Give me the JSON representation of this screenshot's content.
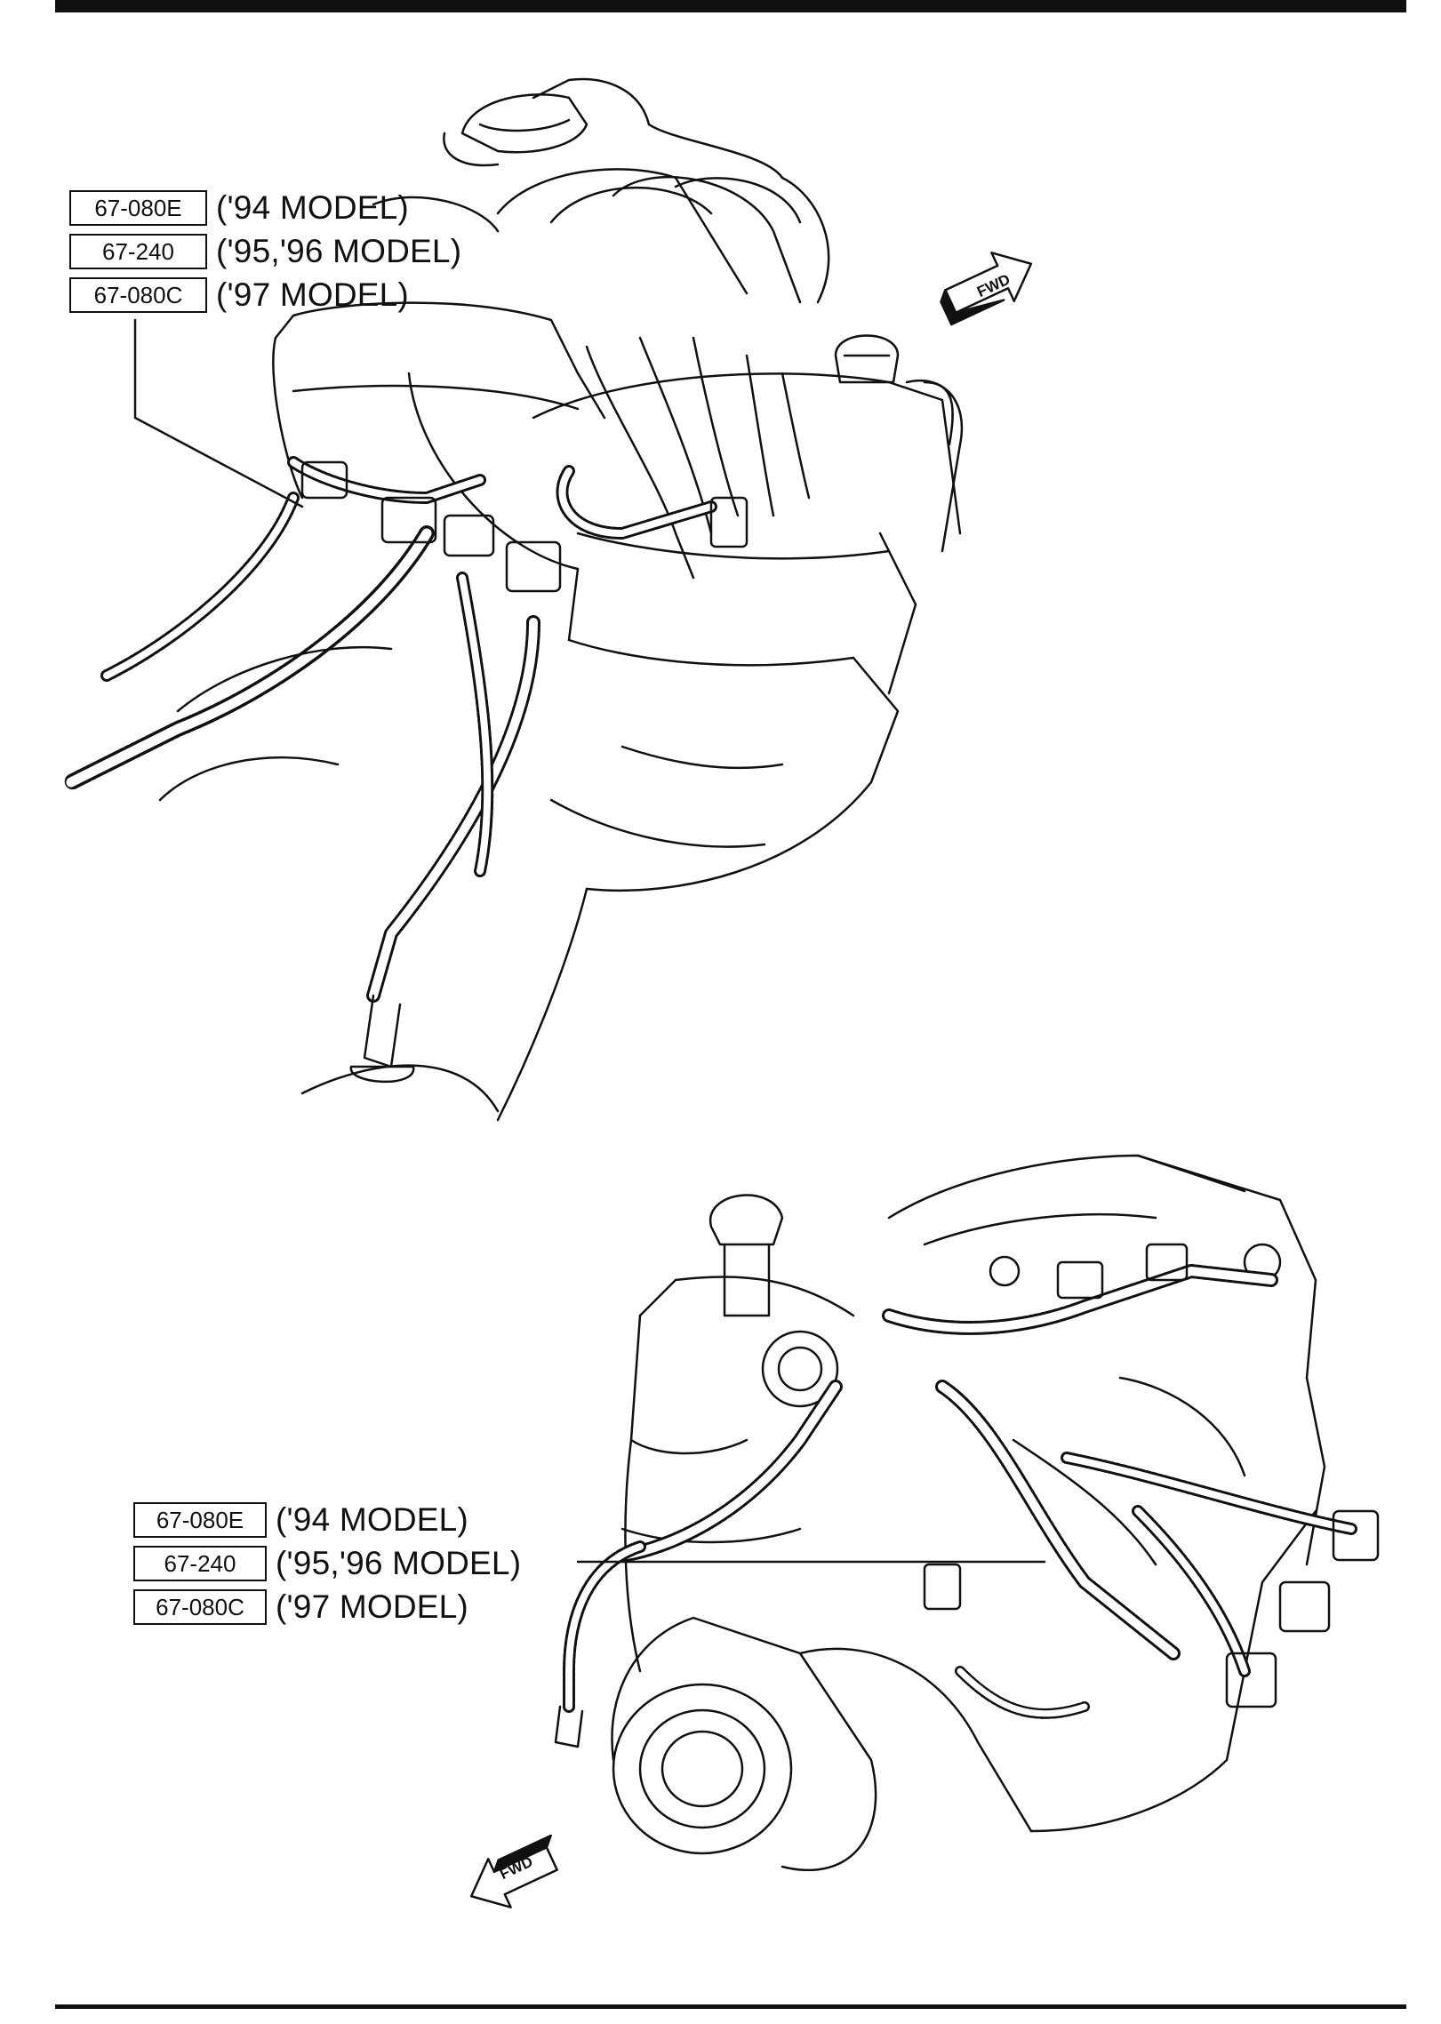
{
  "callouts": {
    "top": [
      {
        "code": "67-080E",
        "model": "('94 MODEL)"
      },
      {
        "code": "67-240",
        "model": "('95,'96 MODEL)"
      },
      {
        "code": "67-080C",
        "model": "('97 MODEL)"
      }
    ],
    "bottom": [
      {
        "code": "67-080E",
        "model": "('94 MODEL)"
      },
      {
        "code": "67-240",
        "model": "('95,'96 MODEL)"
      },
      {
        "code": "67-080C",
        "model": "('97 MODEL)"
      }
    ]
  },
  "fwd_arrows": [
    {
      "label": "FWD",
      "direction": "up-right"
    },
    {
      "label": "FWD",
      "direction": "down-left"
    }
  ]
}
